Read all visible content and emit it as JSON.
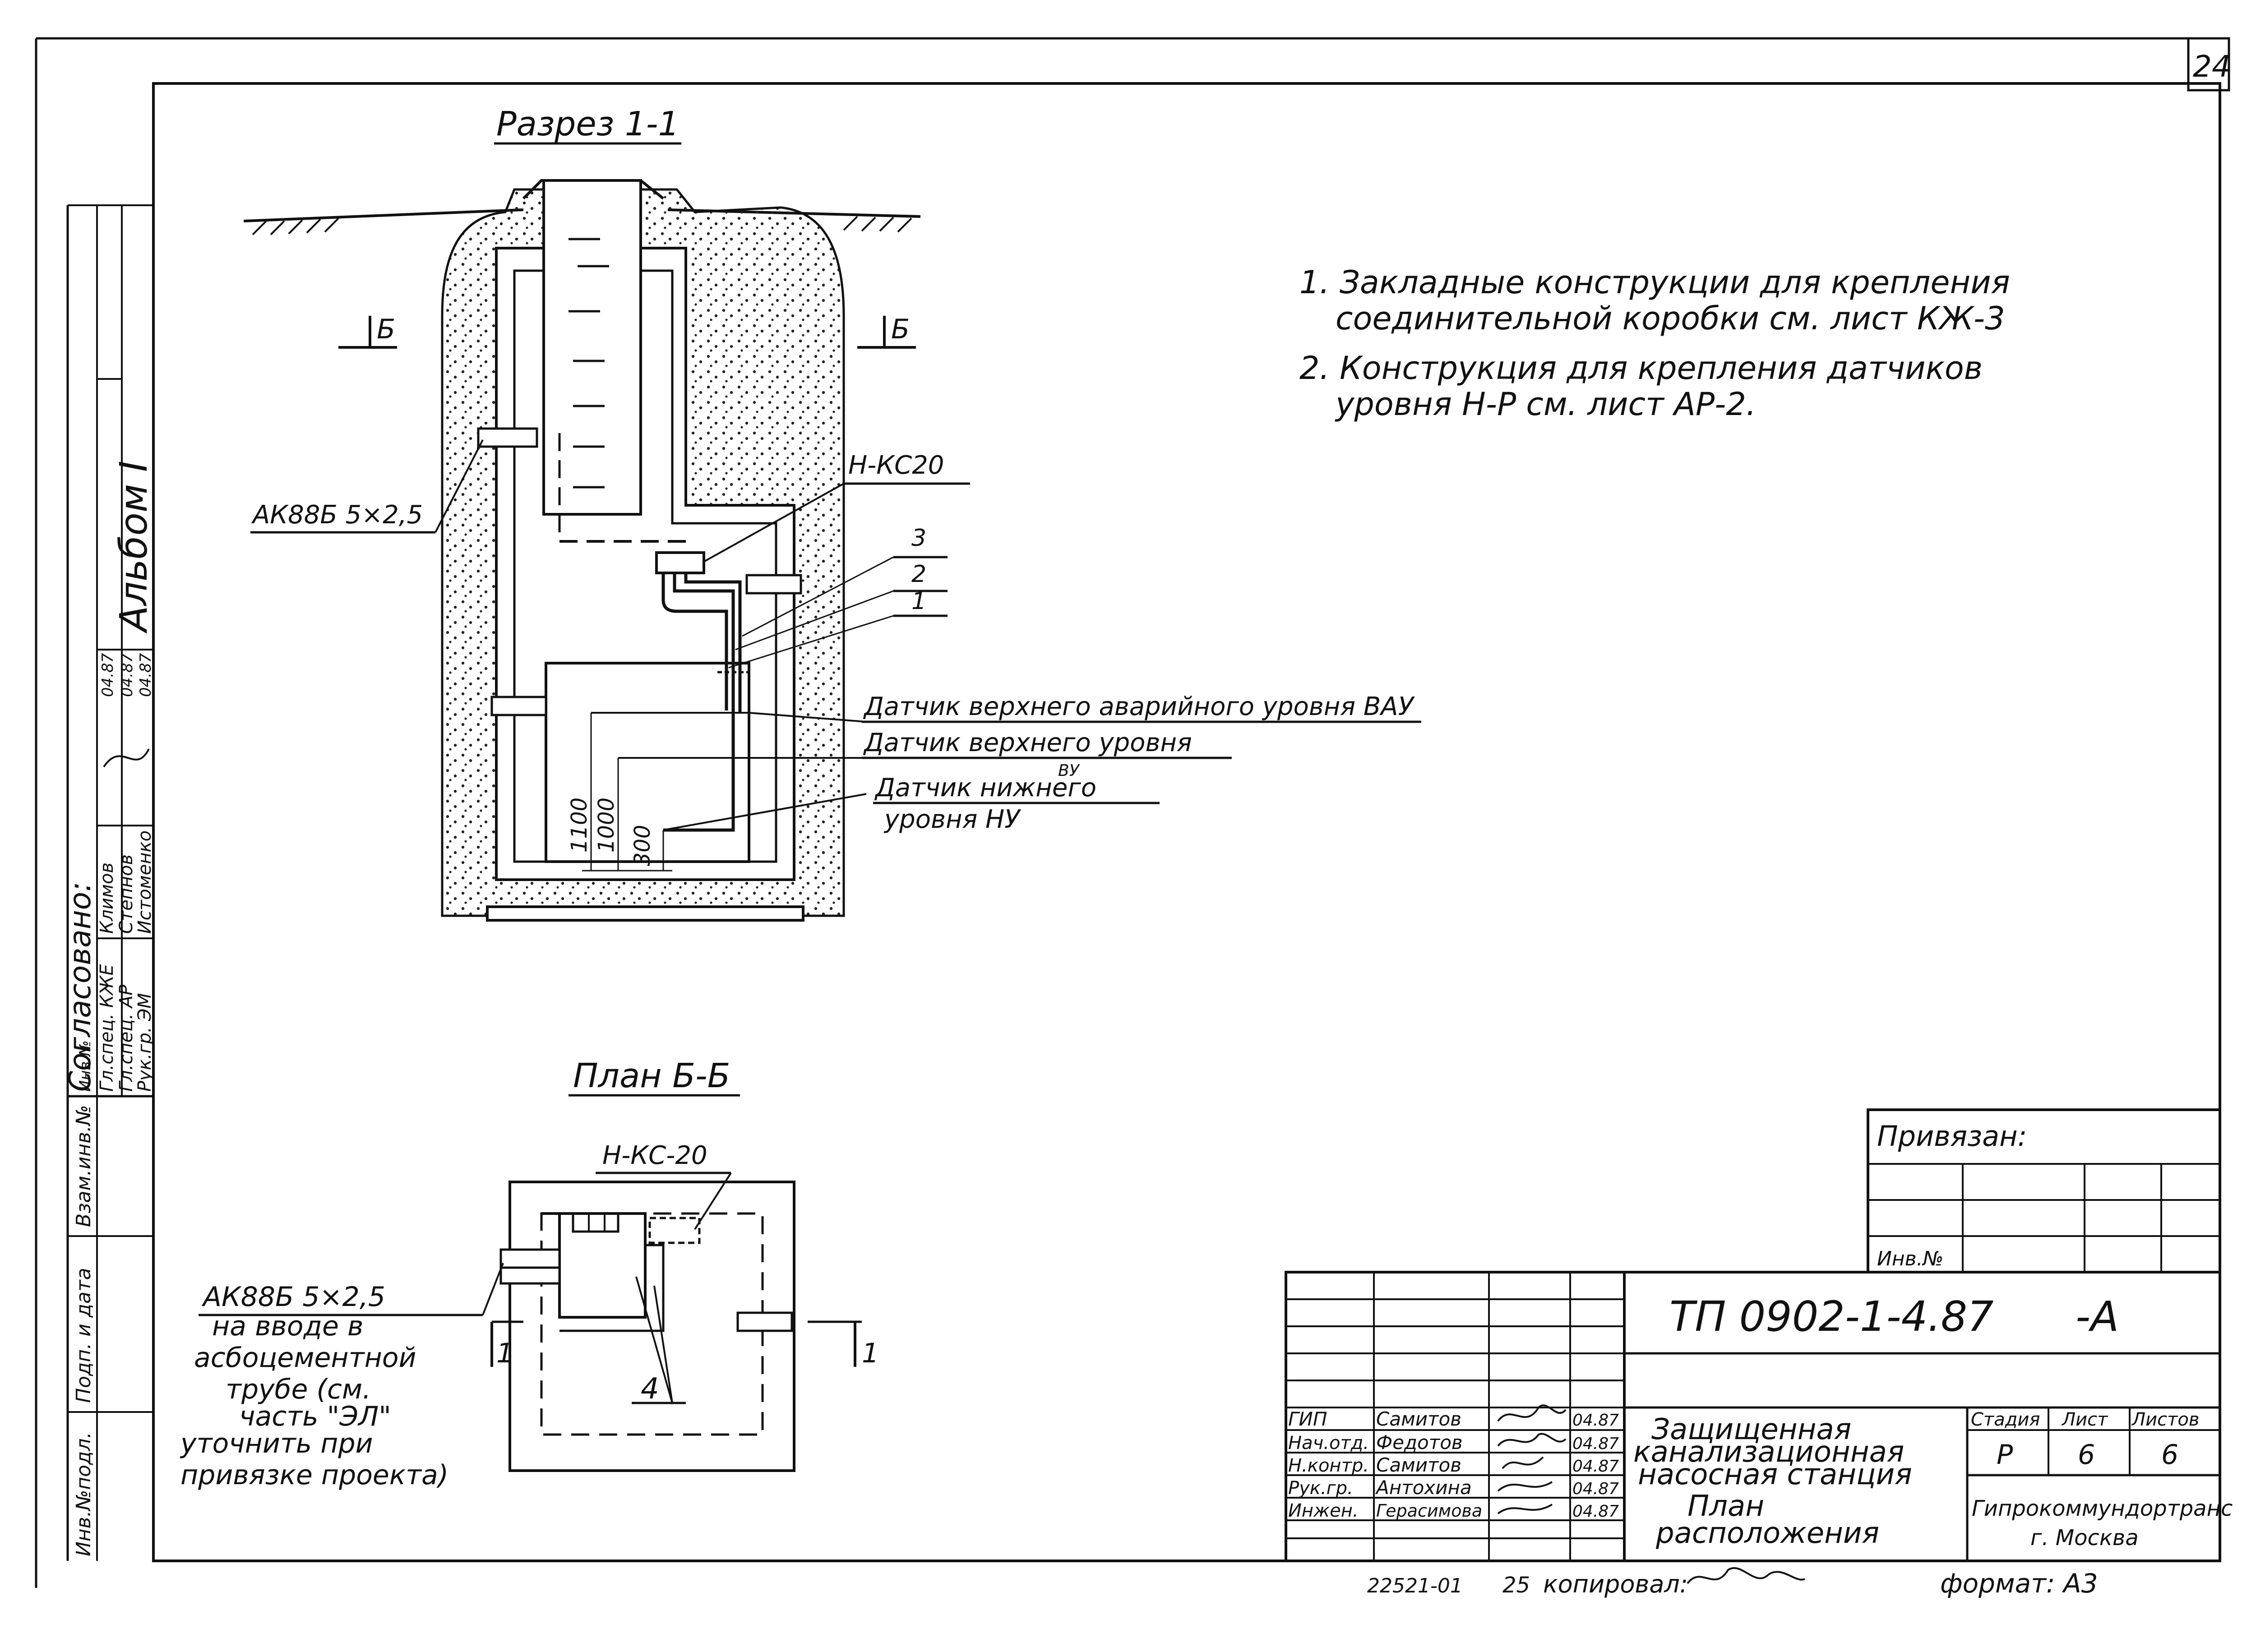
{
  "page_number": "24",
  "notes": [
    "1. Закладные конструкции для крепления",
    "соединительной коробки см. лист КЖ-3",
    "2. Конструкция для крепления датчиков",
    "уровня Н-Р см. лист АР-2."
  ],
  "section": {
    "title": "Разрез 1-1",
    "cut_mark": "Б",
    "fitting_label": "АК88Б 5×2,5",
    "box_label": "Н-КС20",
    "wire_numbers": [
      "3",
      "2",
      "1"
    ],
    "sensor_high_alarm": "Датчик верхнего аварийного уровня ВАУ",
    "sensor_high": "Датчик верхнего уровня",
    "sensor_high_abbr": "ВУ",
    "sensor_low_line1": "Датчик нижнего",
    "sensor_low_line2": "уровня НУ",
    "dims": [
      "1100",
      "1000",
      "300"
    ]
  },
  "plan": {
    "title": "План Б-Б",
    "box_label": "Н-КС-20",
    "fitting_note": [
      "АК88Б 5×2,5",
      "на вводе в",
      "асбоцементной",
      "трубе (см.",
      "часть \"ЭЛ\"",
      "уточнить при",
      "привязке проекта)"
    ],
    "cut_mark": "1",
    "leader_number": "4"
  },
  "left_strip": {
    "album": "Альбом I",
    "agreed": "Согласовано:",
    "rows": [
      {
        "role": "Гл.спец. КЖЕ",
        "name": "Климов",
        "date": "04.87"
      },
      {
        "role": "Гл.спец. АР",
        "name": "Степнов",
        "date": "04.87"
      },
      {
        "role": "Рук.гр. ЭМ",
        "name": "Истоменко",
        "date": "04.87"
      }
    ],
    "inv_labels": [
      "Инв.№подл.",
      "Подп. и дата",
      "Взам.инв.№",
      "Инв.№"
    ]
  },
  "stamp": {
    "privyazan": "Привязан:",
    "inv_no": "Инв.№",
    "code": "ТП 0902-1-4.87",
    "suffix": "-А",
    "project_title": [
      "Защищенная",
      "канализационная",
      "насосная станция"
    ],
    "sheet_title": [
      "План",
      "расположения"
    ],
    "stage_header": "Стадия",
    "sheet_header": "Лист",
    "sheets_header": "Листов",
    "stage": "Р",
    "sheet": "6",
    "sheets": "6",
    "org": [
      "Гипрокоммундортранс",
      "г. Москва"
    ],
    "people": [
      {
        "role": "ГИП",
        "name": "Самитов",
        "date": "04.87"
      },
      {
        "role": "Нач.отд.",
        "name": "Федотов",
        "date": "04.87"
      },
      {
        "role": "Н.контр.",
        "name": "Самитов",
        "date": "04.87"
      },
      {
        "role": "Рук.гр.",
        "name": "Антохина",
        "date": "04.87"
      },
      {
        "role": "Инжен.",
        "name": "Герасимова",
        "date": "04.87"
      }
    ]
  },
  "footer": {
    "order": "22521-01",
    "copy_num": "25",
    "copied_label": "копировал:",
    "format": "формат: А3"
  }
}
